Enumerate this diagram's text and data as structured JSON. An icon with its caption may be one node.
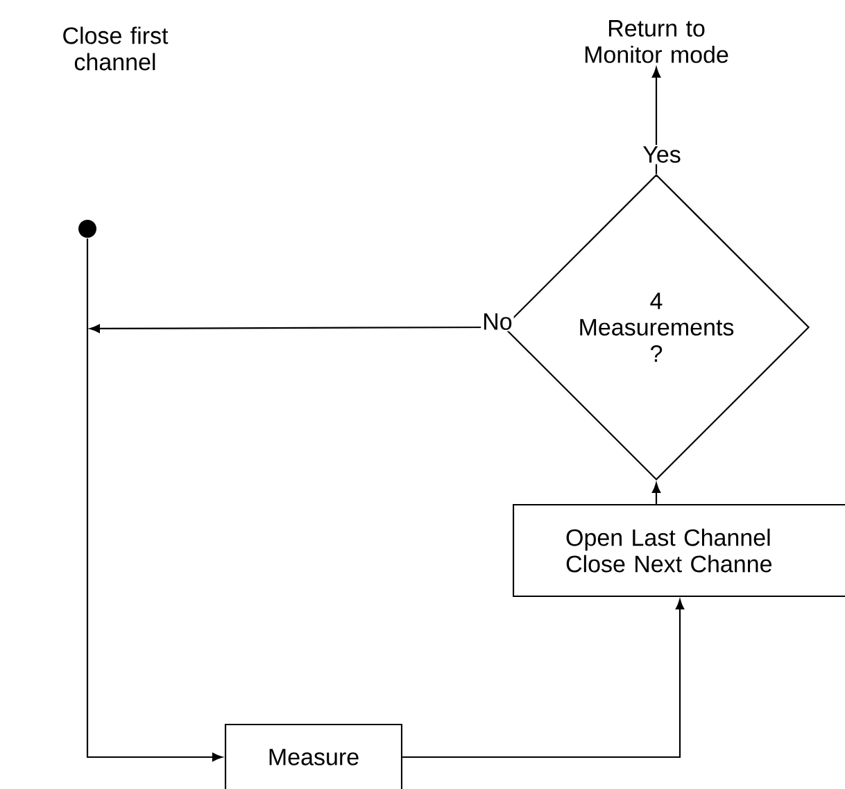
{
  "diagram": {
    "nodes": [
      {
        "text": [],
        "shape": "circle"
      },
      {
        "text": [
          "Measure"
        ]
      },
      {
        "text": [
          "Open Last Channel Close Next Channe"
        ]
      },
      {
        "text": [
          "4 Measurements ?"
        ]
      },
      {
        "text": [
          "Return to Monitor mode"
        ]
      }
    ],
    "edges": [
      {
        "from": 0,
        "to": 1,
        "arrow": "to"
      },
      {
        "from": 1,
        "to": 2,
        "arrow": "to"
      },
      {
        "from": 2,
        "to": 3,
        "arrow": "to"
      },
      {
        "from": 3,
        "to": 4,
        "arrow": "to",
        "label": "Yes"
      },
      {
        "from": 3,
        "to": null,
        "arrow": "to",
        "label": "No"
      }
    ],
    "labels": [
      "Close first channel"
    ]
  }
}
